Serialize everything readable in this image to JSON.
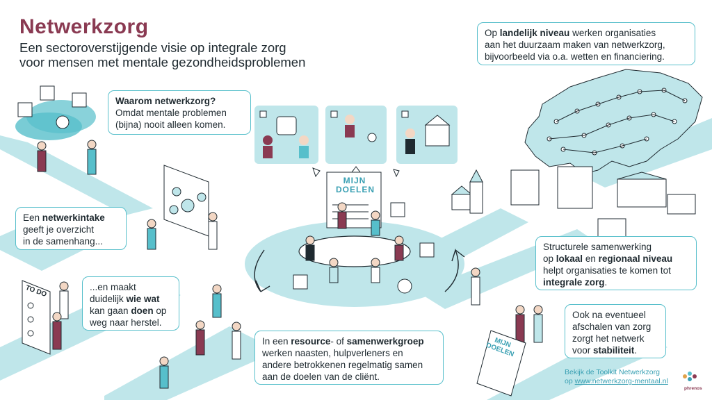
{
  "header": {
    "title": "Netwerkzorg",
    "subtitle_line1": "Een sectoroverstijgende visie op integrale zorg",
    "subtitle_line2": "voor mensen met mentale gezondheidsproblemen"
  },
  "bubbles": {
    "why_title": "Waarom netwerkzorg?",
    "why_line1": "Omdat mentale problemen",
    "why_line2": "(bijna) nooit alleen komen.",
    "intake_a": "Een ",
    "intake_bold": "netwerkintake",
    "intake_line2": "geeft je overzicht",
    "intake_line3": "in de samenhang...",
    "todo_line1": "...en maakt",
    "todo_line2a": "duidelijk ",
    "todo_line2b": "wie wat",
    "todo_line3a": "kan gaan ",
    "todo_line3b": "doen",
    "todo_line3c": " op",
    "todo_line4": "weg naar herstel.",
    "national_a": "Op ",
    "national_bold": "landelijk niveau",
    "national_b": " werken organisaties",
    "national_line2": "aan het duurzaam maken van netwerkzorg,",
    "national_line3": "bijvoorbeeld via o.a. wetten en financiering.",
    "regional_line1": "Structurele samenwerking",
    "regional_line2a": "op ",
    "regional_line2b": "lokaal",
    "regional_line2c": " en ",
    "regional_line2d": "regionaal niveau",
    "regional_line3": "helpt organisaties te komen tot",
    "regional_line4": "integrale zorg",
    "regional_line4b": ".",
    "stab_line1": "Ook na eventueel",
    "stab_line2": "afschalen van zorg",
    "stab_line3": "zorgt het netwerk",
    "stab_line4a": "voor ",
    "stab_line4b": "stabiliteit",
    "stab_line4c": ".",
    "group_line1a": "In een ",
    "group_line1b": "resource",
    "group_line1c": "- of ",
    "group_line1d": "samenwerkgroep",
    "group_line2": "werken naasten, hulpverleners en",
    "group_line3": "andere betrokkenen regelmatig samen",
    "group_line4": "aan de doelen van de cliënt."
  },
  "illustration": {
    "board_line1": "MIJN",
    "board_line2": "DOELEN",
    "todo_board": "TO DO",
    "paper_line1": "MIJN",
    "paper_line2": "DOELEN"
  },
  "footer": {
    "line1": "Bekijk de Toolkit Netwerkzorg",
    "line2a": "op ",
    "line2b": "www.netwerkzorg-mentaal.nl",
    "logo": "phrenos"
  },
  "colors": {
    "title": "#8a3a52",
    "accent": "#57bfcb",
    "area": "#bfe6ea",
    "ink": "#1f2a30"
  }
}
